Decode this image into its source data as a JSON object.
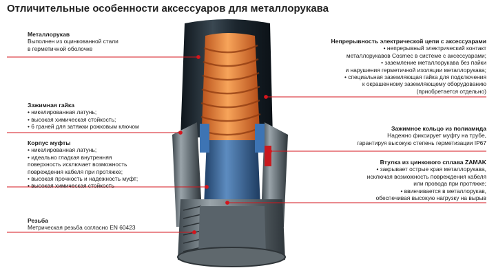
{
  "title": "Отличительные особенности аксессуаров для металлорукава",
  "colors": {
    "leader": "#d4151c",
    "hose_dark": "#1f2a33",
    "copper": "#e0721e",
    "steel_blue": "#3e6c9e",
    "fitting_grey": "#6f7a80"
  },
  "left": [
    {
      "heading": "Металлорукав",
      "lines": [
        "Выполнен из оцинкованной стали",
        "в герметичной оболочке"
      ]
    },
    {
      "heading": "Зажимная гайка",
      "lines": [
        "• никелированная латунь;",
        "• высокая химическая стойкость;",
        "• 6 граней для затяжки рожковым ключом"
      ]
    },
    {
      "heading": "Корпус муфты",
      "lines": [
        "• никелированная латунь;",
        "• идеально гладкая внутренняя",
        "  поверхность исключает возможность",
        "  повреждения кабеля при протяжке;",
        "• высокая прочность и надежность муфт;",
        "• высокая химическая стойкость"
      ]
    },
    {
      "heading": "Резьба",
      "lines": [
        "Метрическая резьба согласно EN 60423"
      ]
    }
  ],
  "right": [
    {
      "heading": "Непрерывность электрической цепи с аксессуарами",
      "lines": [
        "• непрерывный электрический контакт",
        "металлорукавов Cosmec в системе с аксессуарами;",
        "• заземление металлорукава без пайки",
        "и нарушения герметичной изоляции металлорукава;",
        "• специальная заземляющая гайка для подключения",
        "к окрашенному заземляющему оборудованию",
        "(приобретается отдельно)"
      ]
    },
    {
      "heading": "Зажимное кольцо из полиамида",
      "lines": [
        "Надежно фиксирует муфту на трубе,",
        "гарантируя высокую степень герметизации IP67"
      ]
    },
    {
      "heading": "Втулка из цинкового сплава ZAMAK",
      "lines": [
        "• закрывает острые края металлорукава,",
        "исключая возможность повреждения кабеля",
        "или провода при протяжке;",
        "• ввинчивается в металлорукав,",
        "обеспечивая высокую нагрузку на вырыв"
      ]
    }
  ]
}
